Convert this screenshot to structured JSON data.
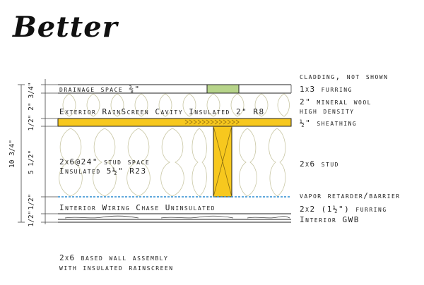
{
  "title": "Better",
  "layers": {
    "drainage": "drainage space ⅜\"",
    "rainscreen": "Exterior RainScreen Cavity Insulated 2\" R8",
    "stud_space_line1": "2x6@24\" stud space",
    "stud_space_line2": "Insulated 5½\" R23",
    "wiring_chase": "Interior Wiring Chase Uninsulated"
  },
  "callouts": {
    "cladding": "cladding, not shown",
    "furring_1x3": "1x3 furring",
    "mineral_wool_line1": "2\" mineral wool",
    "mineral_wool_line2": "high density",
    "sheathing": "½\" sheathing",
    "stud": "2x6 stud",
    "vapor_retarder": "vapor retarder/barrier",
    "furring_2x2": "2x2 (1½\") furring",
    "gwb": "Interior GWB"
  },
  "dimensions": {
    "d1": "3/4\"",
    "d2": "2\"",
    "d3": "1/2\"",
    "d4": "5 1/2\"",
    "d5": "1/2\"",
    "d6": "1/2\"",
    "overall": "10 3/4\""
  },
  "caption": {
    "line1": "2x6 based wall assembly",
    "line2": "with insulated rainscreen"
  },
  "colors": {
    "wood": "#f7c81e",
    "furring": "#b7d48a",
    "wool": "#c9c7a4",
    "vapor": "#2b8bd1"
  }
}
